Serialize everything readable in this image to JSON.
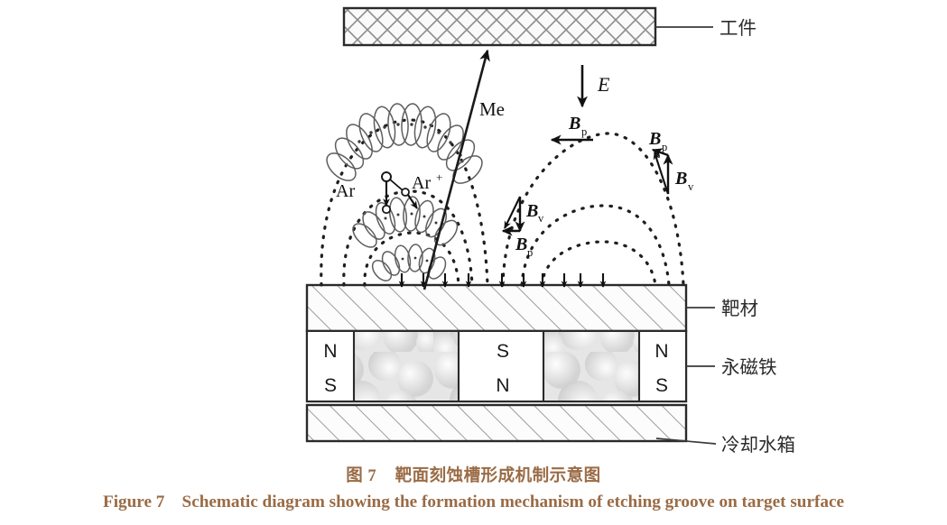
{
  "figure": {
    "caption_cn": "图 7    靶面刻蚀槽形成机制示意图",
    "caption_en": "Figure 7    Schematic diagram showing the formation mechanism of etching groove on target surface",
    "caption_color": "#9a6b45",
    "background": "#ffffff"
  },
  "callouts": {
    "workpiece": "工件",
    "target": "靶材",
    "magnet": "永磁铁",
    "cooling_tank": "冷却水箱"
  },
  "annotations": {
    "sputtered_atom": "Me",
    "electric_field": "E",
    "argon_neutral": "Ar",
    "argon_ion_base": "Ar",
    "argon_ion_sup": "+"
  },
  "vectors": [
    {
      "id": "bp-top",
      "symbol": "B",
      "subscript": "p",
      "direction": "left"
    },
    {
      "id": "bv-left",
      "symbol": "B",
      "subscript": "v",
      "direction": "down"
    },
    {
      "id": "bp-left",
      "symbol": "B",
      "subscript": "p",
      "direction": "left"
    },
    {
      "id": "bp-right",
      "symbol": "B",
      "subscript": "p",
      "direction": "up-left"
    },
    {
      "id": "bv-right",
      "symbol": "B",
      "subscript": "v",
      "direction": "up"
    }
  ],
  "layers": {
    "workpiece_fill": "#fafafa",
    "workpiece_hatch": "cross-hatch",
    "target_fill": "#fbfbfb",
    "target_hatch": "diagonal",
    "magnet_fill": "#ffffff",
    "magnet_texture_fill": "#e8e8e8",
    "cooling_fill": "#fbfbfb",
    "cooling_hatch": "diagonal",
    "outline_color": "#2a2a2a"
  },
  "magnet_cells": [
    {
      "type": "pole",
      "top": "N",
      "bottom": "S"
    },
    {
      "type": "texture",
      "top": "",
      "bottom": ""
    },
    {
      "type": "pole",
      "top": "S",
      "bottom": "N"
    },
    {
      "type": "texture",
      "top": "",
      "bottom": ""
    },
    {
      "type": "pole",
      "top": "N",
      "bottom": "S"
    }
  ]
}
